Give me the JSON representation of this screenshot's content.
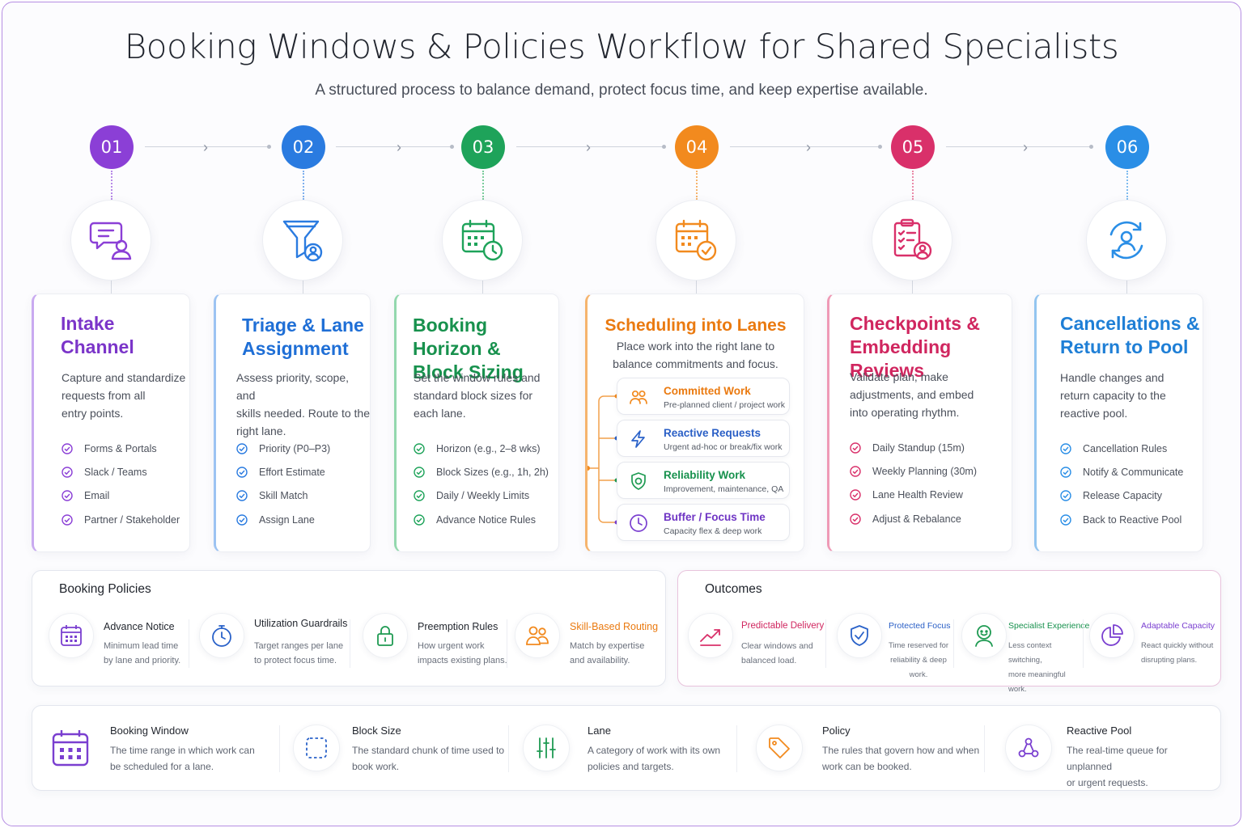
{
  "title": "Booking Windows & Policies Workflow for Shared Specialists",
  "subtitle": "A structured process to balance demand, protect focus time, and keep expertise available.",
  "colors": {
    "purple": "#8b3fd6",
    "blue": "#2a7be0",
    "green": "#1ea35a",
    "orange": "#f28a1e",
    "pink": "#d9306a",
    "sky": "#2a8ee6"
  },
  "steps": [
    {
      "number": "01",
      "icon": "chat-user-icon",
      "title_line1": "Intake",
      "title_line2": "Channel",
      "desc_lines": [
        "Capture and standardize",
        "requests from all",
        "entry points."
      ],
      "items": [
        "Forms & Portals",
        "Slack / Teams",
        "Email",
        "Partner / Stakeholder"
      ]
    },
    {
      "number": "02",
      "icon": "funnel-user-icon",
      "title_line1": "Triage & Lane",
      "title_line2": "Assignment",
      "desc_lines": [
        "Assess priority, scope, and",
        "skills needed. Route to the",
        "right lane."
      ],
      "items": [
        "Priority (P0–P3)",
        "Effort Estimate",
        "Skill Match",
        "Assign Lane"
      ]
    },
    {
      "number": "03",
      "icon": "calendar-clock-icon",
      "title_line1": "Booking Horizon &",
      "title_line2": "Block Sizing",
      "desc_lines": [
        "Set the window rules and",
        "standard block sizes for",
        "each lane."
      ],
      "items": [
        "Horizon (e.g., 2–8 wks)",
        "Block Sizes (e.g., 1h, 2h)",
        "Daily / Weekly Limits",
        "Advance Notice Rules"
      ]
    },
    {
      "number": "04",
      "icon": "calendar-check-icon",
      "title_line1": "Scheduling into Lanes",
      "desc_lines": [
        "Place work into the right lane to",
        "balance commitments and focus."
      ],
      "lanes": [
        {
          "name": "Committed Work",
          "desc": "Pre-planned client / project work",
          "icon": "people-icon",
          "color": "#f28a1e"
        },
        {
          "name": "Reactive Requests",
          "desc": "Urgent ad-hoc or break/fix work",
          "icon": "lightning-icon",
          "color": "#2a62c9"
        },
        {
          "name": "Reliability Work",
          "desc": "Improvement, maintenance, QA",
          "icon": "shield-check-icon",
          "color": "#1e9a52"
        },
        {
          "name": "Buffer / Focus Time",
          "desc": "Capacity flex & deep work",
          "icon": "clock-icon",
          "color": "#7a3fd0"
        }
      ]
    },
    {
      "number": "05",
      "icon": "clipboard-user-icon",
      "title_line1": "Checkpoints &",
      "title_line2": "Embedding Reviews",
      "desc_lines": [
        "Validate plan, make",
        "adjustments, and embed",
        "into operating rhythm."
      ],
      "items": [
        "Daily Standup (15m)",
        "Weekly Planning (30m)",
        "Lane Health Review",
        "Adjust & Rebalance"
      ]
    },
    {
      "number": "06",
      "icon": "user-cycle-icon",
      "title_line1": "Cancellations &",
      "title_line2": "Return to Pool",
      "desc_lines": [
        "Handle changes and",
        "return capacity to the",
        "reactive pool."
      ],
      "items": [
        "Cancellation Rules",
        "Notify & Communicate",
        "Release Capacity",
        "Back to Reactive Pool"
      ]
    }
  ],
  "policies": {
    "title": "Booking Policies",
    "items": [
      {
        "name": "Advance Notice",
        "desc_lines": [
          "Minimum lead time",
          "by lane and priority."
        ],
        "icon": "calendar-icon"
      },
      {
        "name": "Utilization Guardrails",
        "desc_lines": [
          "Target ranges per lane",
          "to protect focus time."
        ],
        "icon": "stopwatch-icon"
      },
      {
        "name": "Preemption Rules",
        "desc_lines": [
          "How urgent work",
          "impacts existing plans."
        ],
        "icon": "lock-icon"
      },
      {
        "name": "Skill-Based Routing",
        "desc_lines": [
          "Match by expertise",
          "and availability."
        ],
        "icon": "people-icon"
      }
    ]
  },
  "outcomes": {
    "title": "Outcomes",
    "items": [
      {
        "name": "Predictable Delivery",
        "desc_lines": [
          "Clear windows and",
          "balanced load."
        ],
        "icon": "trend-up-icon"
      },
      {
        "name": "Protected Focus",
        "desc_lines": [
          "Time reserved for",
          "reliability & deep work."
        ],
        "icon": "shield-check-icon"
      },
      {
        "name": "Specialist Experience",
        "desc_lines": [
          "Less context switching,",
          "more meaningful work."
        ],
        "icon": "smile-user-icon"
      },
      {
        "name": "Adaptable Capacity",
        "desc_lines": [
          "React quickly without",
          "disrupting plans."
        ],
        "icon": "pie-chart-icon"
      }
    ]
  },
  "glossary": [
    {
      "name": "Booking Window",
      "desc_lines": [
        "The time range in which work can",
        "be scheduled for a lane."
      ],
      "icon": "calendar-icon"
    },
    {
      "name": "Block Size",
      "desc_lines": [
        "The standard chunk of time used to",
        "book work."
      ],
      "icon": "dashed-square-icon"
    },
    {
      "name": "Lane",
      "desc_lines": [
        "A category of work with its own",
        "policies and targets."
      ],
      "icon": "sliders-icon"
    },
    {
      "name": "Policy",
      "desc_lines": [
        "The rules that govern how and when",
        "work can be booked."
      ],
      "icon": "tag-icon"
    },
    {
      "name": "Reactive Pool",
      "desc_lines": [
        "The real-time queue for unplanned",
        "or urgent requests."
      ],
      "icon": "network-icon"
    }
  ]
}
